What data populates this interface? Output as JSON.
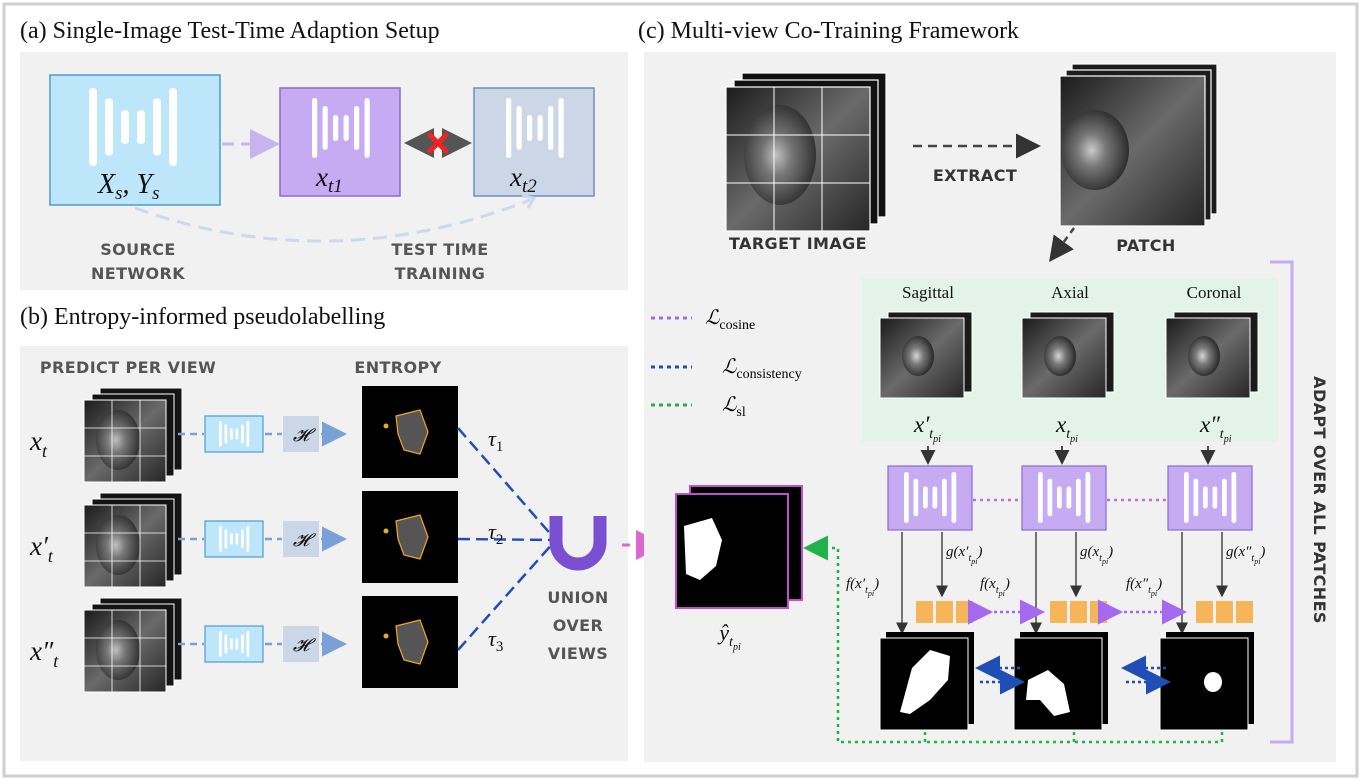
{
  "panel_a": {
    "title": "(a) Single-Image Test-Time Adaption Setup",
    "source_box_label": "Xs, Ys",
    "xt1_label": "xt1",
    "xt2_label": "xt2",
    "source_caption": [
      "SOURCE",
      "NETWORK"
    ],
    "ttt_caption": [
      "TEST TIME",
      "TRAINING"
    ]
  },
  "panel_b": {
    "title": "(b) Entropy-informed pseudolabelling",
    "predict_label": "PREDICT PER VIEW",
    "entropy_label": "ENTROPY",
    "rows": [
      {
        "input": "xt",
        "op": "𝓗",
        "tau": "τ1"
      },
      {
        "input": "x't",
        "op": "𝓗",
        "tau": "τ2"
      },
      {
        "input": "x''t",
        "op": "𝓗",
        "tau": "τ3"
      }
    ],
    "union_caption": [
      "UNION",
      "OVER",
      "VIEWS"
    ]
  },
  "panel_c": {
    "title": "(c) Multi-view Co-Training Framework",
    "target_label": "TARGET IMAGE",
    "extract_label": "EXTRACT",
    "patch_label": "PATCH",
    "views": [
      "Sagittal",
      "Axial",
      "Coronal"
    ],
    "view_vars": [
      "x'tpi",
      "xtpi",
      "x''tpi"
    ],
    "g_labels": [
      "g(x'tpi)",
      "g(xtpi)",
      "g(x''tpi)"
    ],
    "f_labels": [
      "f(x'tpi)",
      "f(xtpi)",
      "f(x''tpi)"
    ],
    "yhat_label": "ŷtpi",
    "adapt_label": "ADAPT OVER ALL PATCHES",
    "legend": [
      {
        "name": "cosine",
        "color": "#a569f0"
      },
      {
        "name": "consistency",
        "color": "#1f4fb5"
      },
      {
        "name": "sl",
        "color": "#21b24a"
      }
    ]
  },
  "colors": {
    "source_box": "#bde6fb",
    "purple_box": "#c6aaf2",
    "grey_box": "#cbd6e6",
    "orange_feature": "#f6b558",
    "view_panel": "#e3f3ea",
    "panel_bg": "#f1f1f1"
  }
}
